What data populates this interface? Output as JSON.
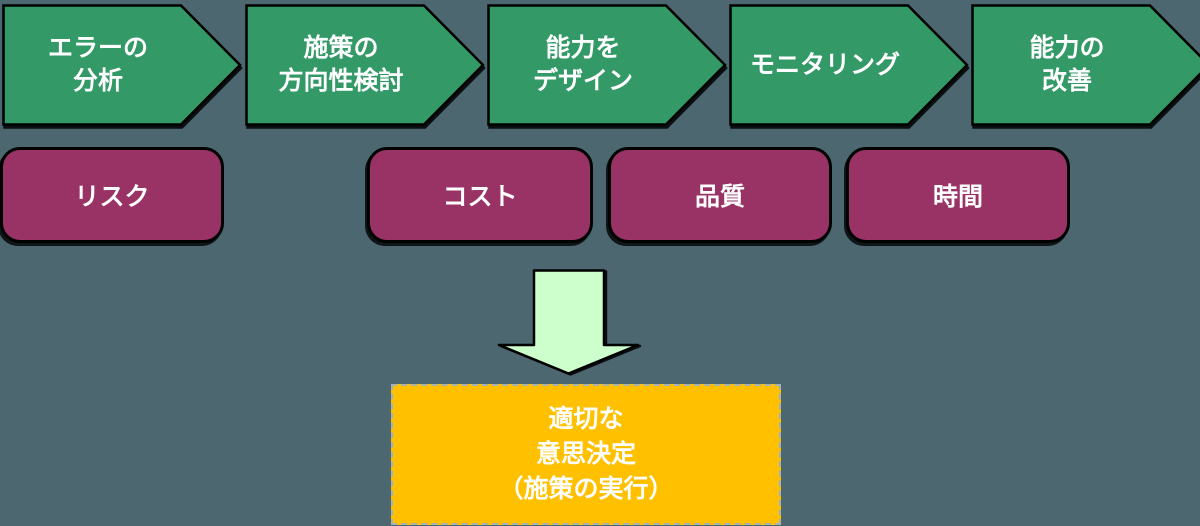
{
  "diagram": {
    "process_steps": [
      {
        "label": "エラーの\n分析"
      },
      {
        "label": "施策の\n方向性検討"
      },
      {
        "label": "能力を\nデザイン"
      },
      {
        "label": "モニタリング"
      },
      {
        "label": "能力の\n改善"
      }
    ],
    "factors": [
      {
        "label": "コスト"
      },
      {
        "label": "品質"
      },
      {
        "label": "時間"
      },
      {
        "label": "リスク"
      }
    ],
    "outcome": {
      "label": "適切な\n意思決定\n（施策の実行）"
    },
    "colors": {
      "background": "#4C6770",
      "step_fill": "#339966",
      "factor_fill": "#993366",
      "arrow_fill": "#CCFFCC",
      "outcome_fill": "#FFC000",
      "outline": "#000000",
      "outcome_border": "#A4B2B6",
      "text": "#FFFFFF"
    }
  }
}
